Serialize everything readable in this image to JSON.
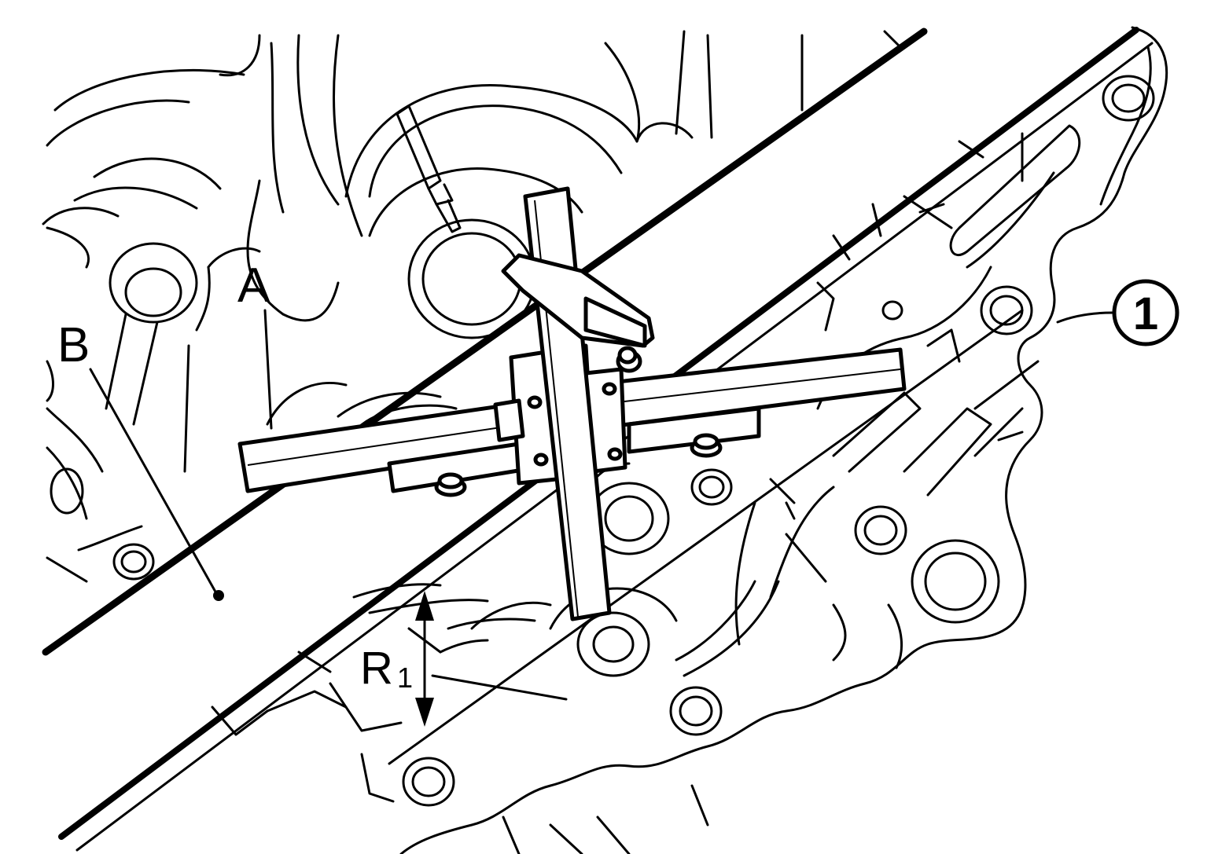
{
  "labels": {
    "tool_a": "A",
    "point_b": "B",
    "dimension_main": "R",
    "dimension_sub": "1",
    "part_callout": "1"
  },
  "colors": {
    "ink": "#000000",
    "background": "#ffffff"
  }
}
